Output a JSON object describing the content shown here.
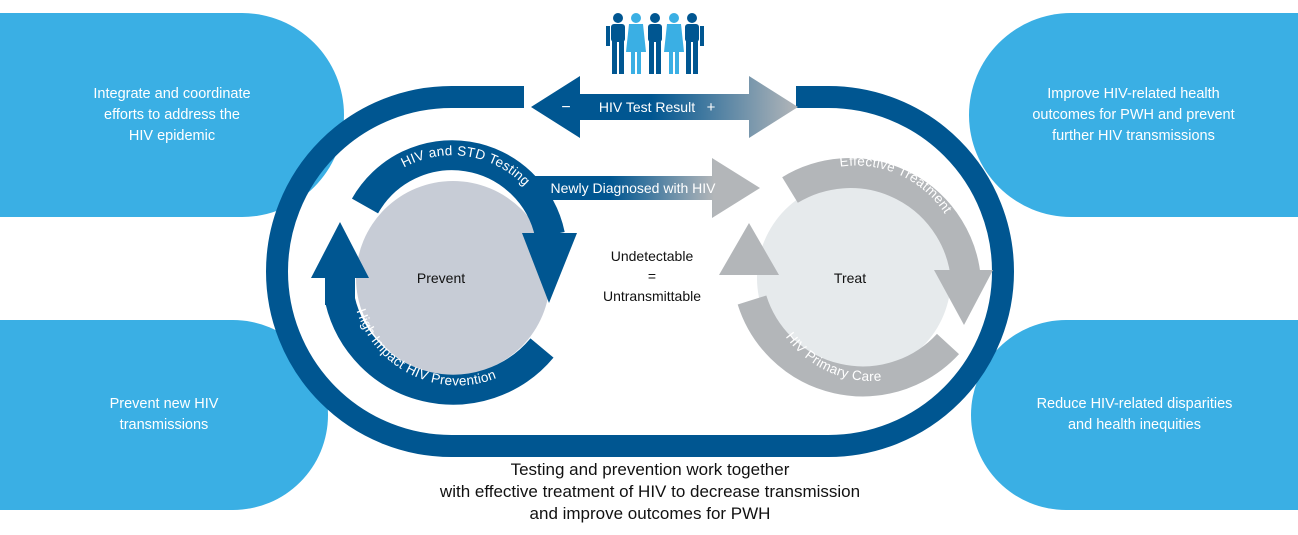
{
  "colors": {
    "light_blue": "#3aafe4",
    "dark_blue": "#005691",
    "gray": "#b3b6b9",
    "prevent_fill": "#c7ccd6",
    "treat_fill": "#e6eaec"
  },
  "icons": [
    "people-group-icon"
  ],
  "goals": {
    "top_left": "Integrate and coordinate\nefforts to address the\nHIV epidemic",
    "bottom_left": "Prevent new HIV\ntransmissions",
    "top_right": "Improve HIV-related health\noutcomes for PWH and prevent\nfurther HIV transmissions",
    "bottom_right": "Reduce HIV-related disparities\nand health inequities"
  },
  "test_result": {
    "minus": "−",
    "label": "HIV Test Result",
    "plus": "+"
  },
  "newly_diagnosed": "Newly Diagnosed with HIV",
  "prevent_cycle": {
    "center": "Prevent",
    "top_arc": "HIV and STD Testing",
    "bottom_arc": "High Impact HIV Prevention"
  },
  "treat_cycle": {
    "center": "Treat",
    "top_arc": "Effective Treatment",
    "bottom_arc": "HIV Primary Care"
  },
  "center": {
    "line1": "Undetectable",
    "line2": "=",
    "line3": "Untransmittable"
  },
  "caption": {
    "line1": "Testing and prevention work together",
    "line2": "with effective treatment of HIV to decrease transmission",
    "line3": "and improve outcomes for PWH"
  }
}
